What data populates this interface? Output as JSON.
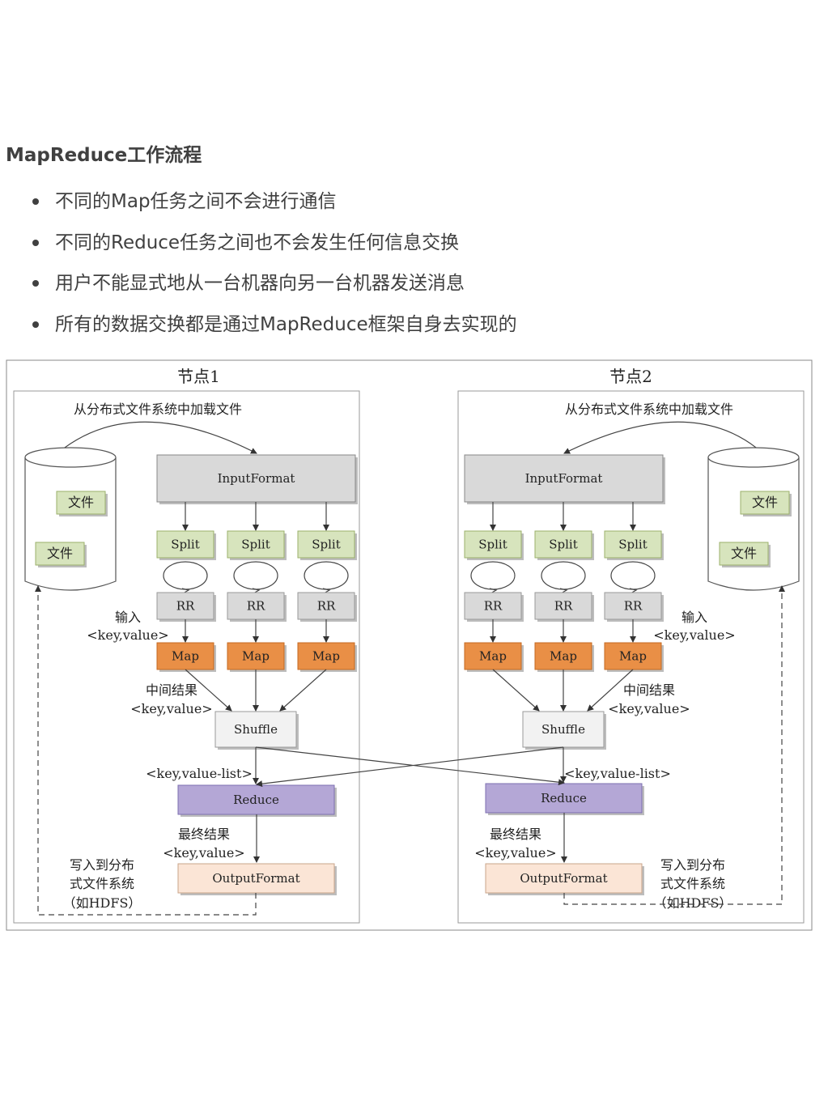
{
  "title": "MapReduce工作流程",
  "bullets": [
    "不同的Map任务之间不会进行通信",
    "不同的Reduce任务之间也不会发生任何信息交换",
    "用户不能显式地从一台机器向另一台机器发送消息",
    "所有的数据交换都是通过MapReduce框架自身去实现的"
  ],
  "diagram": {
    "node1": {
      "label": "节点1",
      "load_text": "从分布式文件系统中加载文件",
      "file": "文件",
      "input_format": "InputFormat",
      "split": "Split",
      "rr": "RR",
      "map": "Map",
      "input_label": "输入",
      "kv": "<key,value>",
      "intermediate": "中间结果",
      "shuffle": "Shuffle",
      "kv_list": "<key,value-list>",
      "reduce": "Reduce",
      "final": "最终结果",
      "output_format": "OutputFormat",
      "write_1": "写入到分布",
      "write_2": "式文件系统",
      "write_3": "（如HDFS）"
    },
    "node2": {
      "label": "节点2",
      "load_text": "从分布式文件系统中加载文件",
      "file": "文件",
      "input_format": "InputFormat",
      "split": "Split",
      "rr": "RR",
      "map": "Map",
      "input_label": "输入",
      "kv": "<key,value>",
      "intermediate": "中间结果",
      "shuffle": "Shuffle",
      "kv_list": "<key,value-list>",
      "reduce": "Reduce",
      "final": "最终结果",
      "output_format": "OutputFormat",
      "write_1": "写入到分布",
      "write_2": "式文件系统",
      "write_3": "（如HDFS）"
    },
    "colors": {
      "split": "#d7e4bd",
      "split_border": "#9bb06a",
      "rr": "#d9d9d9",
      "map": "#e98f46",
      "map_border": "#c46a22",
      "input_format": "#d9d9d9",
      "shuffle": "#f2f2f2",
      "reduce": "#b4a7d6",
      "output": "#fbe5d6"
    }
  }
}
